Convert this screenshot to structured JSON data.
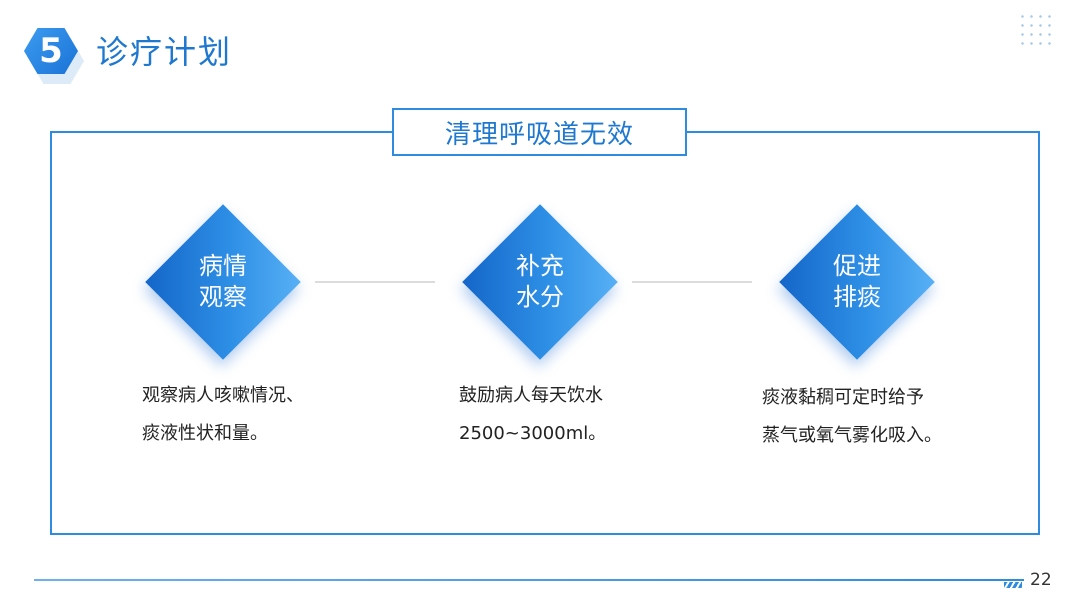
{
  "header": {
    "section_number": "5",
    "title": "诊疗计划"
  },
  "subtitle": "清理呼吸道无效",
  "steps": [
    {
      "label_line1": "病情",
      "label_line2": "观察",
      "desc_line1": "观察病人咳嗽情况、",
      "desc_line2": "痰液性状和量。"
    },
    {
      "label_line1": "补充",
      "label_line2": "水分",
      "desc_line1": "鼓励病人每天饮水",
      "desc_line2": "2500~3000ml。"
    },
    {
      "label_line1": "促进",
      "label_line2": "排痰",
      "desc_line1": "痰液黏稠可定时给予",
      "desc_line2": "蒸气或氧气雾化吸入。"
    }
  ],
  "footer": {
    "page_number": "22"
  },
  "colors": {
    "accent": "#2d8be0",
    "title": "#1f78cf"
  }
}
